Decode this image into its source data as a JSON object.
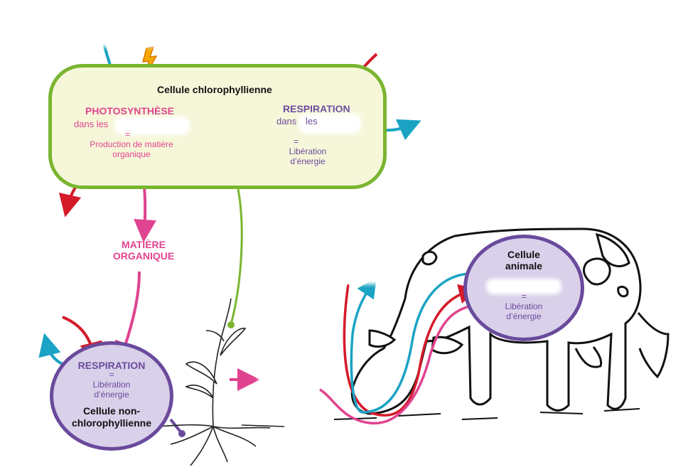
{
  "chlorophyll_cell": {
    "title": "Cellule chlorophyllienne",
    "photosynthesis": {
      "heading": "PHOTOSYNTHÈSE",
      "location_prefix": "dans les",
      "equals": "=",
      "result": "Production de matière organique"
    },
    "respiration": {
      "heading": "RESPIRATION",
      "location_prefix": "dans",
      "location_word": "les",
      "equals": "=",
      "result": "Libération d’énergie"
    }
  },
  "organic_matter": {
    "label": "MATIÈRE ORGANIQUE"
  },
  "non_chlorophyll_cell": {
    "heading": "RESPIRATION",
    "equals": "=",
    "result": "Libération d’énergie",
    "title": "Cellule non-chlorophyllienne"
  },
  "animal_cell": {
    "title": "Cellule animale",
    "equals": "=",
    "result": "Libération d’énergie"
  },
  "colors": {
    "chlorophyll_border": "#7ab530",
    "chlorophyll_fill": "#f6f7d9",
    "cell_border": "#6a4a9c",
    "cell_fill": "#d9d0ea",
    "photosynthesis_pink": "#e0438f",
    "respiration_purple": "#6a4a9c",
    "water_blue": "#1aa3c4",
    "gas_red": "#d41a2a",
    "energy_orange": "#f5a800"
  },
  "icons": [
    "lightning-icon",
    "plant-illustration",
    "cow-illustration"
  ]
}
